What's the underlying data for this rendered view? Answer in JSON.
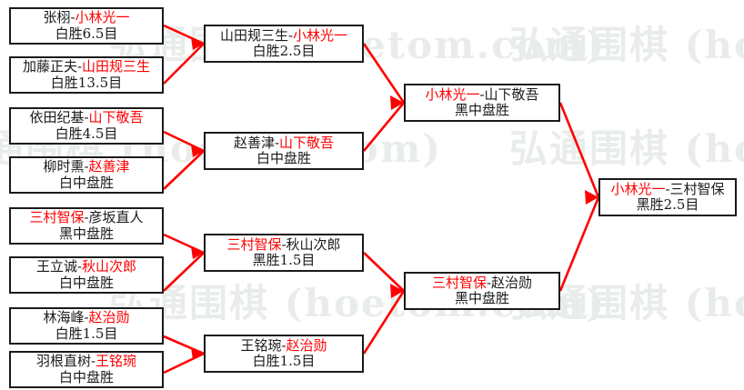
{
  "diagram": {
    "title": "Go tournament knockout bracket",
    "accent_color": "#ff0000",
    "text_color": "#1a1a1a",
    "border_color": "#1a1a1a",
    "background_color": "#ffffff",
    "watermark_color": "#e9edea"
  },
  "watermark": {
    "text_cn": "弘通围棋",
    "text_en": "(hoetom.com)",
    "tiles": [
      {
        "text": "弘通围棋 (hoetom.com)"
      },
      {
        "text": "弘通围棋 (hoetom.com)"
      },
      {
        "text": "弘通围棋 (hoetom.com)"
      },
      {
        "text": "弘通围棋 (hoetom.com)"
      },
      {
        "text": "弘通围棋 (hoetom.com)"
      },
      {
        "text": "弘通围棋 (hoetom.com)"
      }
    ]
  },
  "rounds": [
    {
      "name": "round-1",
      "matches": [
        {
          "id": "r1m1",
          "left": "张栩",
          "left_is_winner": false,
          "right": "小林光一",
          "right_is_winner": true,
          "dash": "-",
          "result": "白胜6.5目"
        },
        {
          "id": "r1m2",
          "left": "加藤正夫",
          "left_is_winner": false,
          "right": "山田规三生",
          "right_is_winner": true,
          "dash": "-",
          "result": "白胜13.5目"
        },
        {
          "id": "r1m3",
          "left": "依田纪基",
          "left_is_winner": false,
          "right": "山下敬吾",
          "right_is_winner": true,
          "dash": "-",
          "result": "白胜4.5目"
        },
        {
          "id": "r1m4",
          "left": "柳时熏",
          "left_is_winner": false,
          "right": "赵善津",
          "right_is_winner": true,
          "dash": "-",
          "result": "白中盘胜"
        },
        {
          "id": "r1m5",
          "left": "三村智保",
          "left_is_winner": true,
          "right": "彦坂直人",
          "right_is_winner": false,
          "dash": "-",
          "result": "黑中盘胜"
        },
        {
          "id": "r1m6",
          "left": "王立诚",
          "left_is_winner": false,
          "right": "秋山次郎",
          "right_is_winner": true,
          "dash": "-",
          "result": "白中盘胜"
        },
        {
          "id": "r1m7",
          "left": "林海峰",
          "left_is_winner": false,
          "right": "赵治勋",
          "right_is_winner": true,
          "dash": "-",
          "result": "白胜1.5目"
        },
        {
          "id": "r1m8",
          "left": "羽根直树",
          "left_is_winner": false,
          "right": "王铭琬",
          "right_is_winner": true,
          "dash": "-",
          "result": "白中盘胜"
        }
      ]
    },
    {
      "name": "round-2",
      "matches": [
        {
          "id": "r2m1",
          "left": "山田规三生",
          "left_is_winner": false,
          "right": "小林光一",
          "right_is_winner": true,
          "dash": "-",
          "result": "白胜2.5目"
        },
        {
          "id": "r2m2",
          "left": "赵善津",
          "left_is_winner": false,
          "right": "山下敬吾",
          "right_is_winner": true,
          "dash": "-",
          "result": "白中盘胜"
        },
        {
          "id": "r2m3",
          "left": "三村智保",
          "left_is_winner": true,
          "right": "秋山次郎",
          "right_is_winner": false,
          "dash": "-",
          "result": "黑胜1.5目"
        },
        {
          "id": "r2m4",
          "left": "王铭琬",
          "left_is_winner": false,
          "right": "赵治勋",
          "right_is_winner": true,
          "dash": "-",
          "result": "白胜1.5目"
        }
      ]
    },
    {
      "name": "semifinal",
      "matches": [
        {
          "id": "sf1",
          "left": "小林光一",
          "left_is_winner": true,
          "right": "山下敬吾",
          "right_is_winner": false,
          "dash": "-",
          "result": "黑中盘胜"
        },
        {
          "id": "sf2",
          "left": "三村智保",
          "left_is_winner": true,
          "right": "赵治勋",
          "right_is_winner": false,
          "dash": "-",
          "result": "黑中盘胜"
        }
      ]
    },
    {
      "name": "final",
      "matches": [
        {
          "id": "f1",
          "left": "小林光一",
          "left_is_winner": true,
          "right": "三村智保",
          "right_is_winner": false,
          "dash": "-",
          "result": "黑胜2.5目"
        }
      ]
    }
  ]
}
